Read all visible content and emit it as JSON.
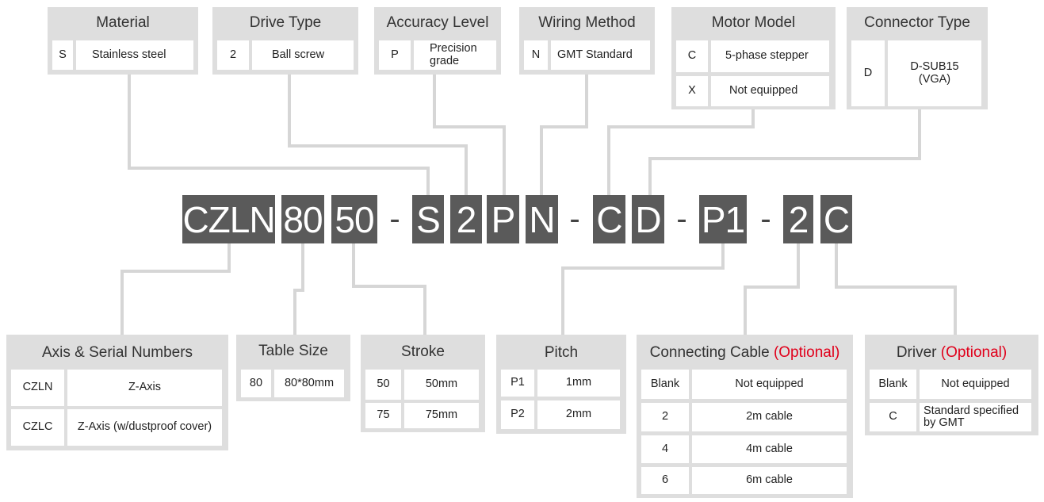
{
  "segments": [
    "CZLN",
    "80",
    "50",
    "S",
    "2",
    "P",
    "N",
    "C",
    "D",
    "P1",
    "2",
    "C"
  ],
  "dash": "-",
  "colors": {
    "segment_bg": "#5a5a5a",
    "panel_bg": "#dedede",
    "connector": "#d6d6d6",
    "optional": "#e0001b"
  },
  "material": {
    "title": "Material",
    "rows": [
      {
        "code": "S",
        "desc": "Stainless steel"
      }
    ]
  },
  "drive_type": {
    "title": "Drive Type",
    "rows": [
      {
        "code": "2",
        "desc": "Ball screw"
      }
    ]
  },
  "accuracy_level": {
    "title": "Accuracy Level",
    "rows": [
      {
        "code": "P",
        "desc": "Precision grade"
      }
    ]
  },
  "wiring_method": {
    "title": "Wiring Method",
    "rows": [
      {
        "code": "N",
        "desc": "GMT Standard"
      }
    ]
  },
  "motor_model": {
    "title": "Motor Model",
    "rows": [
      {
        "code": "C",
        "desc": "5-phase stepper"
      },
      {
        "code": "X",
        "desc": "Not equipped"
      }
    ]
  },
  "connector_type": {
    "title": "Connector Type",
    "rows": [
      {
        "code": "D",
        "desc": "D-SUB15 (VGA)"
      }
    ]
  },
  "axis_serial": {
    "title": "Axis & Serial Numbers",
    "rows": [
      {
        "code": "CZLN",
        "desc": "Z-Axis"
      },
      {
        "code": "CZLC",
        "desc": "Z-Axis (w/dustproof cover)"
      }
    ]
  },
  "table_size": {
    "title": "Table Size",
    "rows": [
      {
        "code": "80",
        "desc": "80*80mm"
      }
    ]
  },
  "stroke": {
    "title": "Stroke",
    "rows": [
      {
        "code": "50",
        "desc": "50mm"
      },
      {
        "code": "75",
        "desc": "75mm"
      }
    ]
  },
  "pitch": {
    "title": "Pitch",
    "rows": [
      {
        "code": "P1",
        "desc": "1mm"
      },
      {
        "code": "P2",
        "desc": "2mm"
      }
    ]
  },
  "connecting_cable": {
    "title": "Connecting Cable",
    "optional": "(Optional)",
    "rows": [
      {
        "code": "Blank",
        "desc": "Not equipped"
      },
      {
        "code": "2",
        "desc": "2m cable"
      },
      {
        "code": "4",
        "desc": "4m cable"
      },
      {
        "code": "6",
        "desc": "6m cable"
      }
    ]
  },
  "driver": {
    "title": "Driver",
    "optional": "(Optional)",
    "rows": [
      {
        "code": "Blank",
        "desc": "Not equipped"
      },
      {
        "code": "C",
        "desc": "Standard specified by GMT"
      }
    ]
  }
}
